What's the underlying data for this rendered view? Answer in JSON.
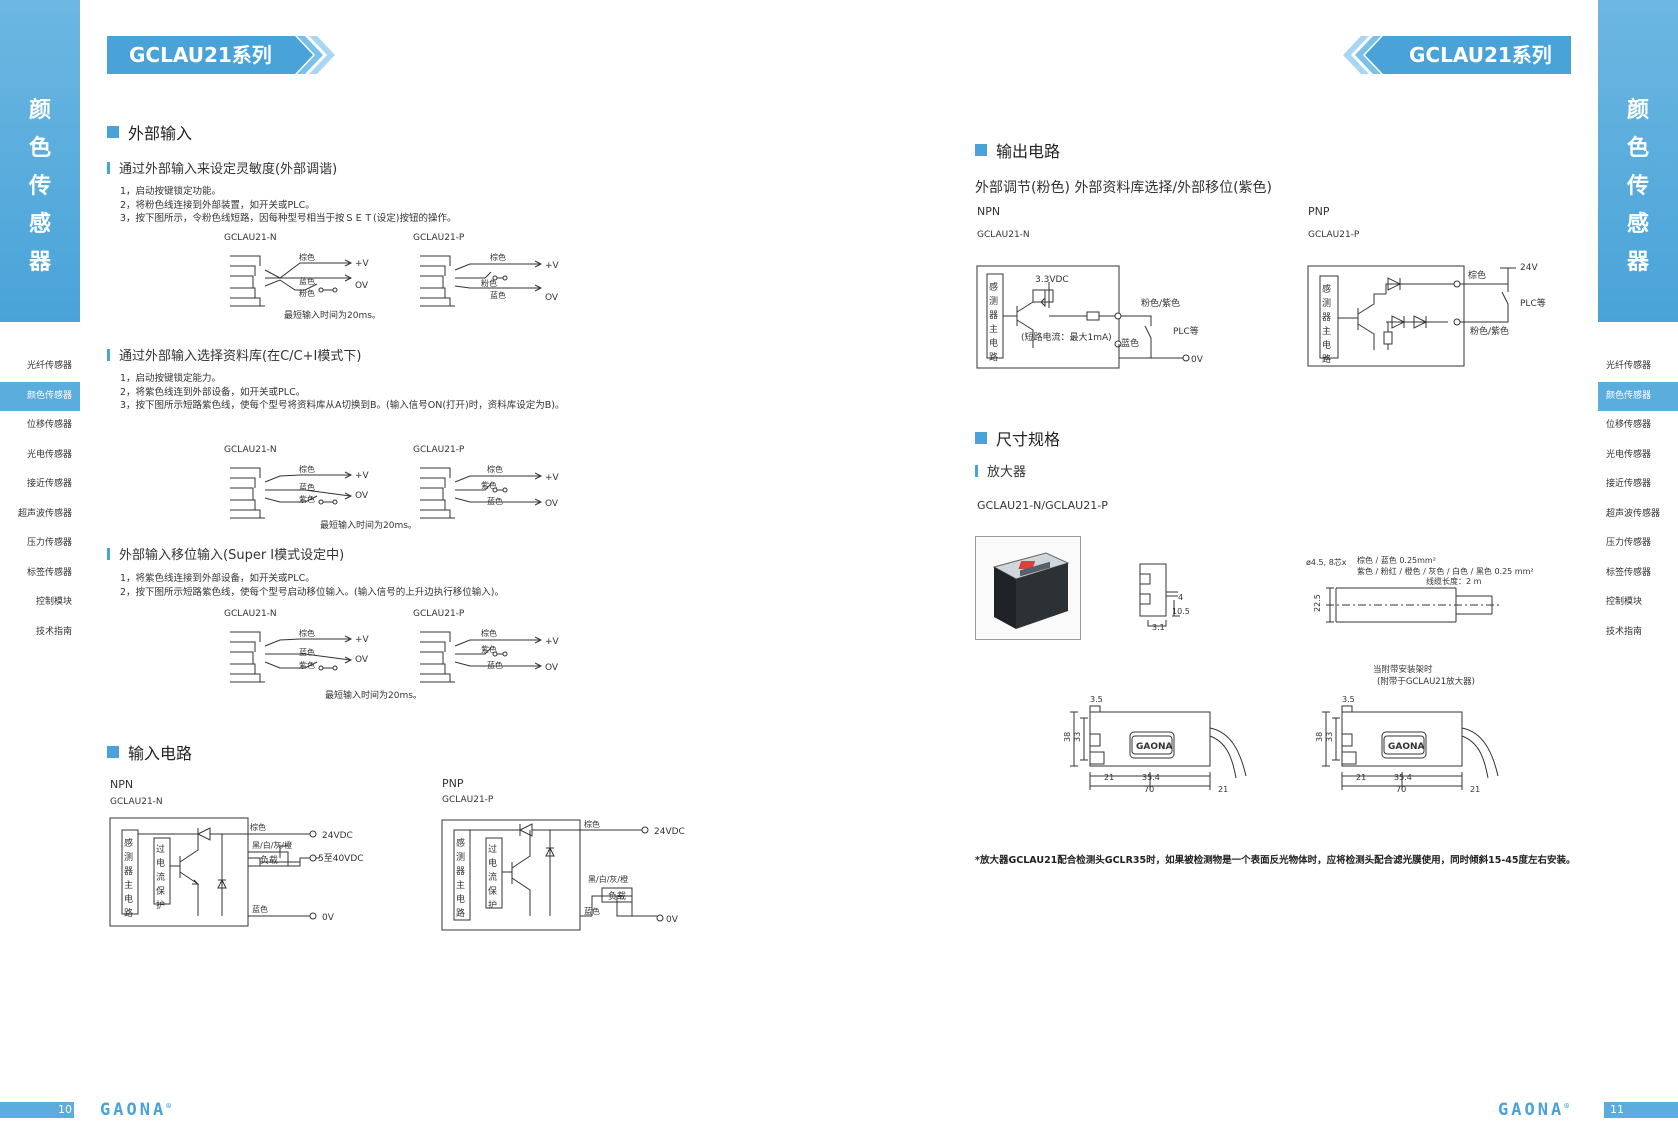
{
  "side_tab": {
    "chars": [
      "颜",
      "色",
      "传",
      "感",
      "器"
    ]
  },
  "menu": {
    "items": [
      "光纤传感器",
      "颜色传感器",
      "位移传感器",
      "光电传感器",
      "接近传感器",
      "超声波传感器",
      "压力传感器",
      "标签传感器",
      "控制模块",
      "技术指南"
    ],
    "active_index": 1
  },
  "header": {
    "series": "GCLAU21系列"
  },
  "left": {
    "ext_input": {
      "title": "外部输入",
      "sub1": {
        "title": "通过外部输入来设定灵敏度(外部调谐)",
        "steps": [
          "1，启动按键锁定功能。",
          "2，将粉色线连接到外部装置，如开关或PLC。",
          "3，按下图所示，令粉色线短路，因每种型号相当于按ＳＥＴ(设定)按钮的操作。"
        ],
        "model_n": "GCLAU21-N",
        "model_p": "GCLAU21-P",
        "n_wires": [
          "棕色",
          "蓝色",
          "粉色"
        ],
        "p_wires": [
          "棕色",
          "粉色",
          "蓝色"
        ],
        "note": "最短输入时间为20ms。"
      },
      "sub2": {
        "title": "通过外部输入选择资料库(在C/C+I模式下)",
        "steps": [
          "1，启动按键锁定能力。",
          "2，将紫色线连到外部设备，如开关或PLC。",
          "3，按下图所示短路紫色线，使每个型号将资料库从A切换到B。(输入信号ON(打开)时，资料库设定为B)。"
        ],
        "model_n": "GCLAU21-N",
        "model_p": "GCLAU21-P",
        "n_wires": [
          "棕色",
          "蓝色",
          "紫色"
        ],
        "p_wires": [
          "棕色",
          "紫色",
          "蓝色"
        ],
        "note": "最短输入时间为20ms。"
      },
      "sub3": {
        "title": "外部输入移位输入(Super I模式设定中)",
        "steps": [
          "1，将紫色线连接到外部设备，如开关或PLC。",
          "2，按下图所示短路紫色线，使每个型号启动移位输入。(输入信号的上升边执行移位输入)。"
        ],
        "model_n": "GCLAU21-N",
        "model_p": "GCLAU21-P",
        "n_wires": [
          "棕色",
          "蓝色",
          "紫色"
        ],
        "p_wires": [
          "棕色",
          "紫色",
          "蓝色"
        ],
        "note": "最短输入时间为20ms。"
      },
      "v_plus": "+V",
      "v_zero": "OV"
    },
    "input_circuit": {
      "title": "输入电路",
      "npn": {
        "type": "NPN",
        "model": "GCLAU21-N",
        "brown": "棕色",
        "v24": "24VDC",
        "out_wire": "黑/白/灰/橙",
        "load": "负载",
        "vout": "5至40VDC",
        "blue": "蓝色",
        "v0": "0V"
      },
      "pnp": {
        "type": "PNP",
        "model": "GCLAU21-P",
        "brown": "棕色",
        "v24": "24VDC",
        "out_wire": "黑/白/灰/橙",
        "load": "负载",
        "blue": "蓝色",
        "v0": "0V"
      },
      "main_circuit": [
        "感",
        "测",
        "器",
        "主",
        "电",
        "路"
      ],
      "protect": [
        "过",
        "电",
        "流",
        "保",
        "护"
      ]
    },
    "page_num": "10"
  },
  "right": {
    "output_circuit": {
      "title": "输出电路",
      "subtitle": "外部调节(粉色)  外部资料库选择/外部移位(紫色)",
      "npn": {
        "type": "NPN",
        "model": "GCLAU21-N",
        "v33": "3.3VDC",
        "pink": "粉色/紫色",
        "current": "(短路电流：最大1mA)",
        "blue": "蓝色",
        "plc": "PLC等",
        "v0": "0V"
      },
      "pnp": {
        "type": "PNP",
        "model": "GCLAU21-P",
        "brown": "棕色",
        "v24": "24V",
        "plc": "PLC等",
        "pink": "粉色/紫色"
      },
      "main_circuit": [
        "感",
        "测",
        "器",
        "主",
        "电",
        "路"
      ]
    },
    "dimensions": {
      "title": "尺寸规格",
      "sub": "放大器",
      "model": "GCLAU21-N/GCLAU21-P",
      "cable_note": [
        "ø4.5, 8芯x",
        "棕色 / 蓝色 0.25mm²",
        "紫色 / 粉红 / 橙色 / 灰色 / 白色 / 黑色 0.25 mm²",
        "线缆长度：2 m"
      ],
      "dims_side": [
        "4",
        "10.5",
        "3.1",
        "22.5"
      ],
      "mount_note": [
        "当附带安装架时",
        "(附带于GCLAU21放大器)"
      ],
      "dims_front": [
        "3.5",
        "38",
        "33",
        "21",
        "35.4",
        "70",
        "21"
      ],
      "brand": "GAONA",
      "footnote": "*放大器GCLAU21配合检测头GCLR35时，如果被检测物是一个表面反光物体时，应将检测头配合滤光膜使用，同时倾斜15-45度左右安装。"
    },
    "page_num": "11"
  },
  "logo": "GAONA"
}
